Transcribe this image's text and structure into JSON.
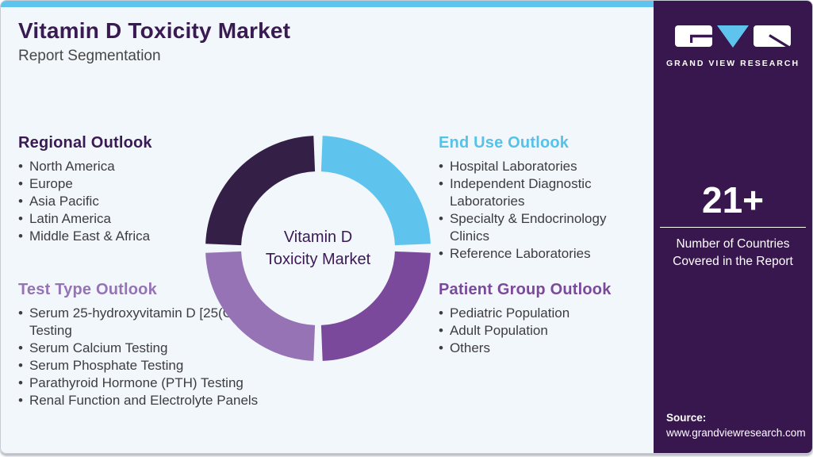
{
  "header": {
    "title": "Vitamin D Toxicity Market",
    "subtitle": "Report Segmentation"
  },
  "sections": {
    "regional": {
      "heading": "Regional Outlook",
      "accent": "#3a1a52",
      "items": [
        "North America",
        "Europe",
        "Asia Pacific",
        "Latin America",
        "Middle East & Africa"
      ]
    },
    "test_type": {
      "heading": "Test Type Outlook",
      "accent": "#9573b4",
      "items": [
        "Serum 25-hydroxyvitamin D [25(OH)D] Testing",
        "Serum Calcium Testing",
        "Serum Phosphate Testing",
        "Parathyroid Hormone (PTH) Testing",
        "Renal Function and Electrolyte Panels"
      ]
    },
    "end_use": {
      "heading": "End Use Outlook",
      "accent": "#56c1e9",
      "items": [
        "Hospital Laboratories",
        "Independent Diagnostic Laboratories",
        "Specialty & Endocrinology Clinics",
        "Reference Laboratories"
      ]
    },
    "patient_group": {
      "heading": "Patient Group Outlook",
      "accent": "#7b499c",
      "items": [
        "Pediatric Population",
        "Adult Population",
        "Others"
      ]
    }
  },
  "donut": {
    "center_line1": "Vitamin D",
    "center_line2": "Toxicity Market",
    "segments": [
      {
        "name": "end-use-segment",
        "color": "#5fc4ed"
      },
      {
        "name": "patient-group-segment",
        "color": "#7b499c"
      },
      {
        "name": "test-type-segment",
        "color": "#9573b4"
      },
      {
        "name": "regional-segment",
        "color": "#342046"
      }
    ]
  },
  "sidebar": {
    "logo_text": "GRAND VIEW RESEARCH",
    "stat_value": "21+",
    "stat_caption": "Number of Countries Covered in the Report",
    "source_label": "Source:",
    "source_url": "www.grandviewresearch.com"
  },
  "theme": {
    "accent_blue": "#5fc4ed",
    "dark_purple": "#38164e",
    "title_purple": "#3a1a52",
    "panel_bg": "#f2f7fb",
    "body_text": "#3d3d40"
  }
}
